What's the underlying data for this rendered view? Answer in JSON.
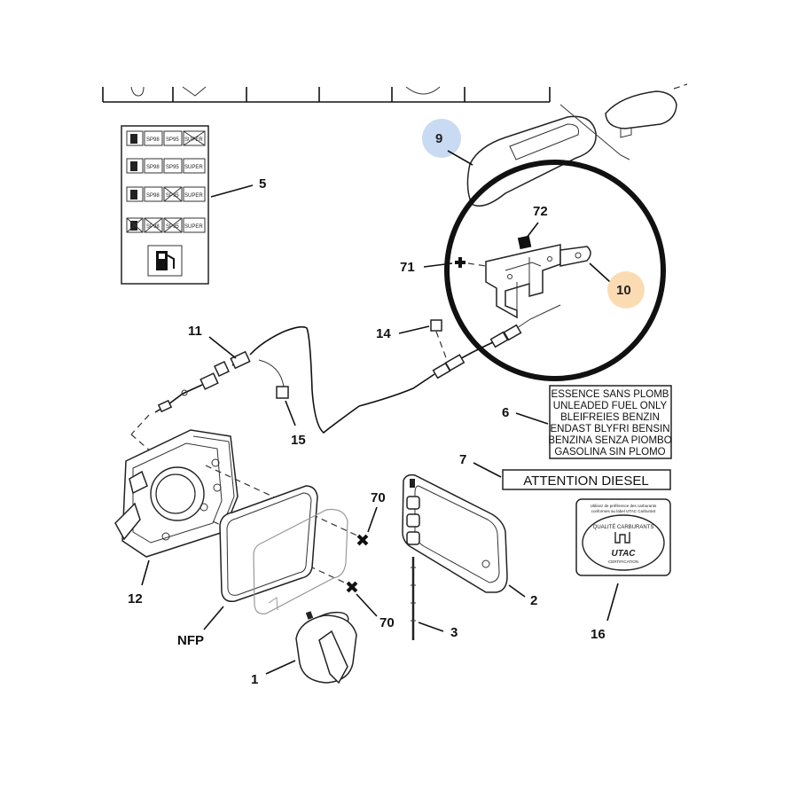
{
  "callouts": {
    "c1": "1",
    "c2": "2",
    "c3": "3",
    "c5": "5",
    "c6": "6",
    "c7": "7",
    "c9": "9",
    "c10": "10",
    "c11": "11",
    "c12": "12",
    "c14": "14",
    "c15": "15",
    "c16": "16",
    "c70a": "70",
    "c70b": "70",
    "c71": "71",
    "c72": "72",
    "cnfp": "NFP"
  },
  "fuel_label": {
    "lines": [
      "ESSENCE SANS PLOMB",
      "UNLEADED FUEL ONLY",
      "BLEIFREIES BENZIN",
      "ENDAST BLYFRI BENSIN",
      "BENZINA SENZA PIOMBO",
      "GASOLINA SIN PLOMO"
    ]
  },
  "diesel_label": "ATTENTION DIESEL",
  "fuel_grade_sticker": {
    "row1": [
      "SP98",
      "SP95",
      "SUPER"
    ],
    "row2": [
      "SP98",
      "SP95",
      "SUPER"
    ],
    "row3": [
      "SP98",
      "SP95",
      "SUPER"
    ],
    "row4": [
      "SP98",
      "SP95",
      "SUPER"
    ]
  },
  "utac_sticker": {
    "top_line1": "Utilisez de préférence des carburants",
    "top_line2": "conformes au label UTAC Carburant",
    "ring_text": "QUALITÉ CARBURANTS",
    "brand": "UTAC",
    "sub": "CERTIFICATION"
  },
  "colors": {
    "highlight_blue": "#c9daf3",
    "highlight_orange": "#fbdcb2",
    "focus_circle": "#111111"
  }
}
